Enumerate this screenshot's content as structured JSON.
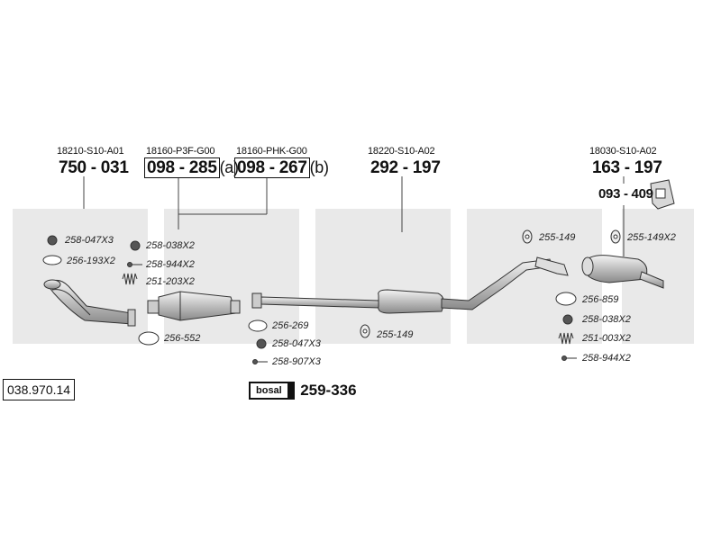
{
  "diagram": {
    "watermark": "bosal",
    "reference_number": "038.970.14",
    "main_parts": [
      {
        "oem": "18210-S10-A01",
        "number": "750 - 031",
        "suffix": ""
      },
      {
        "oem": "18160-P3F-G00",
        "number": "098 - 285",
        "suffix": "(a)"
      },
      {
        "oem": "18160-PHK-G00",
        "number": "098 - 267",
        "suffix": "(b)"
      },
      {
        "oem": "18220-S10-A02",
        "number": "292 - 197",
        "suffix": ""
      },
      {
        "oem": "18030-S10-A02",
        "number": "163 - 197",
        "suffix": ""
      }
    ],
    "extra_part": "093 - 409",
    "mounting_kit": {
      "brand": "bosal",
      "number": "259-336"
    },
    "accessories": [
      {
        "label": "258-047X3"
      },
      {
        "label": "256-193X2"
      },
      {
        "label": "258-038X2"
      },
      {
        "label": "258-944X2"
      },
      {
        "label": "251-203X2"
      },
      {
        "label": "256-552"
      },
      {
        "label": "256-269"
      },
      {
        "label": "258-047X3"
      },
      {
        "label": "258-907X3"
      },
      {
        "label": "255-149"
      },
      {
        "label": "255-149"
      },
      {
        "label": "255-149X2"
      },
      {
        "label": "256-859"
      },
      {
        "label": "258-038X2"
      },
      {
        "label": "251-003X2"
      },
      {
        "label": "258-944X2"
      }
    ]
  }
}
